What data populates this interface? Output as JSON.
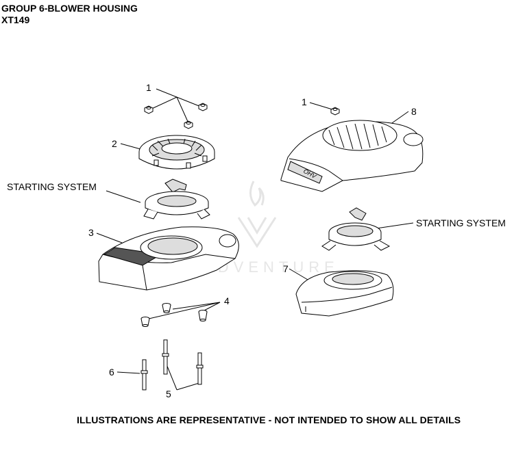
{
  "header": {
    "title_line1": "GROUP 6-BLOWER HOUSING",
    "title_line2": "XT149"
  },
  "callouts": {
    "c1_left": "1",
    "c2": "2",
    "sys_left": "STARTING SYSTEM",
    "c3": "3",
    "c4": "4",
    "c6": "6",
    "c5": "5",
    "c1_right": "1",
    "c8": "8",
    "sys_right": "STARTING SYSTEM",
    "c7": "7"
  },
  "watermark": "LEADVENTURE",
  "decal_text": "OHV",
  "footer": {
    "note": "ILLUSTRATIONS ARE REPRESENTATIVE - NOT INTENDED TO SHOW ALL DETAILS"
  },
  "colors": {
    "line": "#000000",
    "fill": "#ffffff",
    "shade": "#dcdcdc",
    "watermark": "#e6e6e6"
  }
}
